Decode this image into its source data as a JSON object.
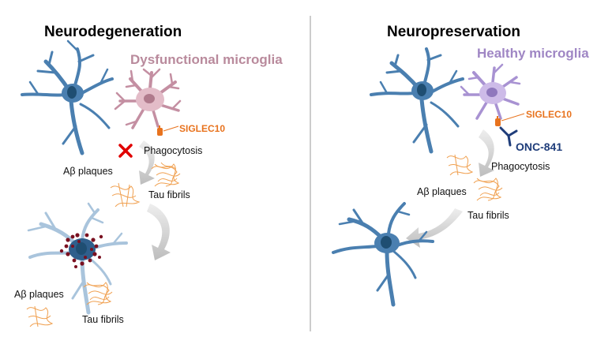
{
  "left_panel": {
    "title": "Neurodegeneration",
    "microglia_label": "Dysfunctional microglia",
    "receptor_label": "SIGLEC10",
    "process_label": "Phagocytosis",
    "plaques_label": "Aβ plaques",
    "fibrils_label": "Tau fibrils",
    "plaques_label_2": "Aβ plaques",
    "fibrils_label_2": "Tau fibrils"
  },
  "right_panel": {
    "title": "Neuropreservation",
    "microglia_label": "Healthy microglia",
    "receptor_label": "SIGLEC10",
    "antibody_label": "ONC-841",
    "process_label": "Phagocytosis",
    "plaques_label": "Aβ plaques",
    "fibrils_label": "Tau fibrils"
  },
  "colors": {
    "neuron": "#4a7fb0",
    "neuron_nucleus": "#1f4e72",
    "dysfunctional_microglia": "#d8a8b7",
    "healthy_microglia": "#c1b0e0",
    "receptor": "#e8731e",
    "antibody": "#1f3d7a",
    "fibrils": "#f0a050",
    "plaque_dots": "#7a1020",
    "block_mark": "#e00000",
    "arrow": "#c8c8c8",
    "divider": "#999999"
  }
}
